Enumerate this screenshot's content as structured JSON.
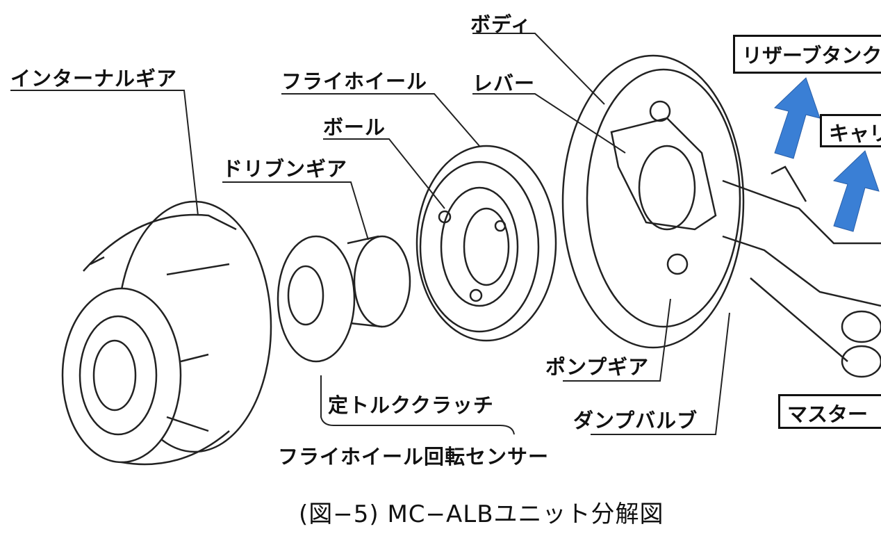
{
  "labels": {
    "body": "ボディ",
    "reserve_tank": "リザーブタンク",
    "caliper": "キャリ",
    "internal_gear": "インターナルギア",
    "flywheel": "フライホイール",
    "lever": "レバー",
    "ball": "ボール",
    "driven_gear": "ドリブンギア",
    "pump_gear": "ポンプギア",
    "dump_valve": "ダンプバルブ",
    "master": "マスター",
    "torque_clutch": "定トルククラッチ",
    "flywheel_sensor": "フライホイール回転センサー"
  },
  "caption": "(図−5) MC−ALBユニット分解図",
  "colors": {
    "arrow": "#3a7fd5",
    "line": "#222222"
  }
}
